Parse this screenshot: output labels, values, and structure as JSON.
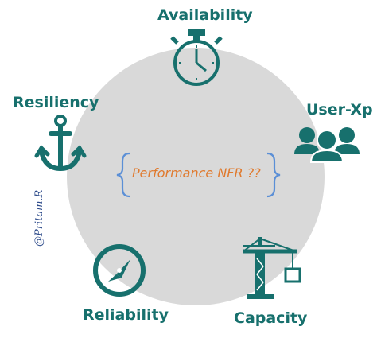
{
  "diagram": {
    "center_label": "Performance NFR ??",
    "watermark": "@Pritam.R",
    "colors": {
      "teal": "#17706d",
      "circle": "#d9d9d9",
      "orange": "#e07a2e",
      "brace": "#5b8fd6"
    },
    "nodes": [
      {
        "label": "Availability",
        "icon": "stopwatch-icon"
      },
      {
        "label": "User-Xp",
        "icon": "users-group-icon"
      },
      {
        "label": "Capacity",
        "icon": "crane-icon"
      },
      {
        "label": "Reliability",
        "icon": "compass-icon"
      },
      {
        "label": "Resiliency",
        "icon": "anchor-icon"
      }
    ]
  }
}
